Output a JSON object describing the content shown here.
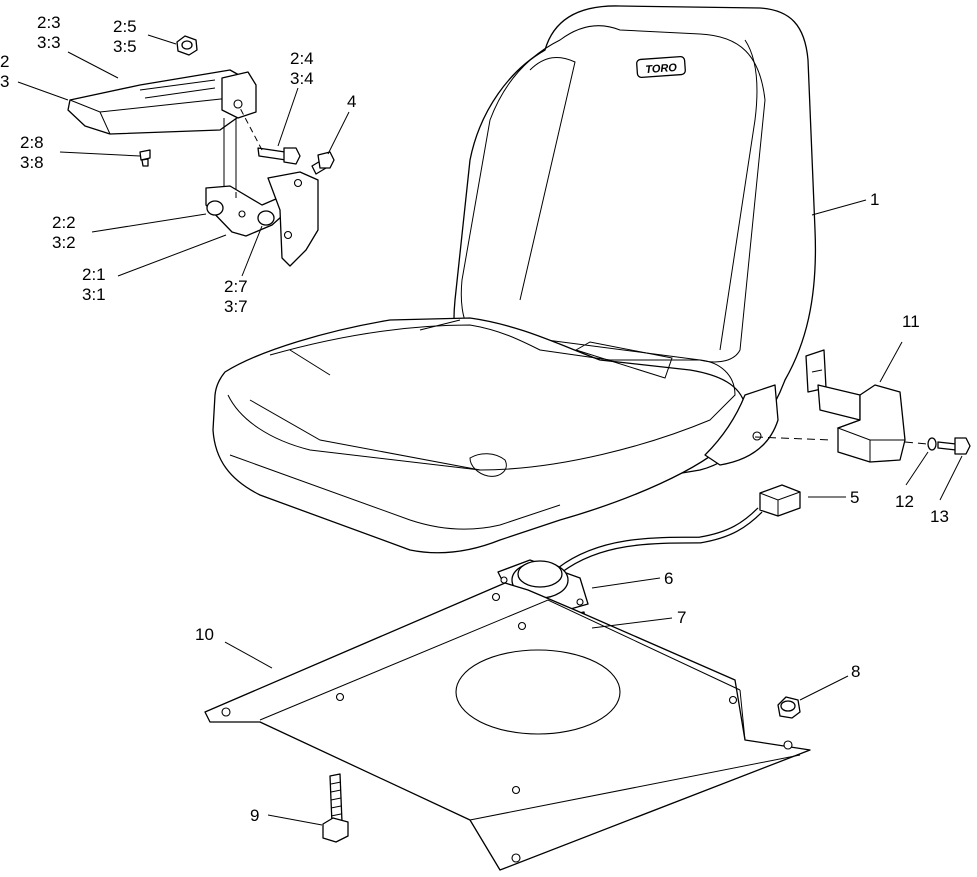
{
  "brand_logo": "TORO",
  "callouts": [
    {
      "id": "c1",
      "lines": [
        "1"
      ]
    },
    {
      "id": "c2",
      "lines": [
        "2",
        "3"
      ]
    },
    {
      "id": "c23",
      "lines": [
        "2:3",
        "3:3"
      ]
    },
    {
      "id": "c25",
      "lines": [
        "2:5",
        "3:5"
      ]
    },
    {
      "id": "c24",
      "lines": [
        "2:4",
        "3:4"
      ]
    },
    {
      "id": "c4",
      "lines": [
        "4"
      ]
    },
    {
      "id": "c28",
      "lines": [
        "2:8",
        "3:8"
      ]
    },
    {
      "id": "c22",
      "lines": [
        "2:2",
        "3:2"
      ]
    },
    {
      "id": "c21",
      "lines": [
        "2:1",
        "3:1"
      ]
    },
    {
      "id": "c27",
      "lines": [
        "2:7",
        "3:7"
      ]
    },
    {
      "id": "c11",
      "lines": [
        "11"
      ]
    },
    {
      "id": "c12",
      "lines": [
        "12"
      ]
    },
    {
      "id": "c13",
      "lines": [
        "13"
      ]
    },
    {
      "id": "c5",
      "lines": [
        "5"
      ]
    },
    {
      "id": "c6",
      "lines": [
        "6"
      ]
    },
    {
      "id": "c7",
      "lines": [
        "7"
      ]
    },
    {
      "id": "c10",
      "lines": [
        "10"
      ]
    },
    {
      "id": "c8",
      "lines": [
        "8"
      ]
    },
    {
      "id": "c9",
      "lines": [
        "9"
      ]
    }
  ]
}
